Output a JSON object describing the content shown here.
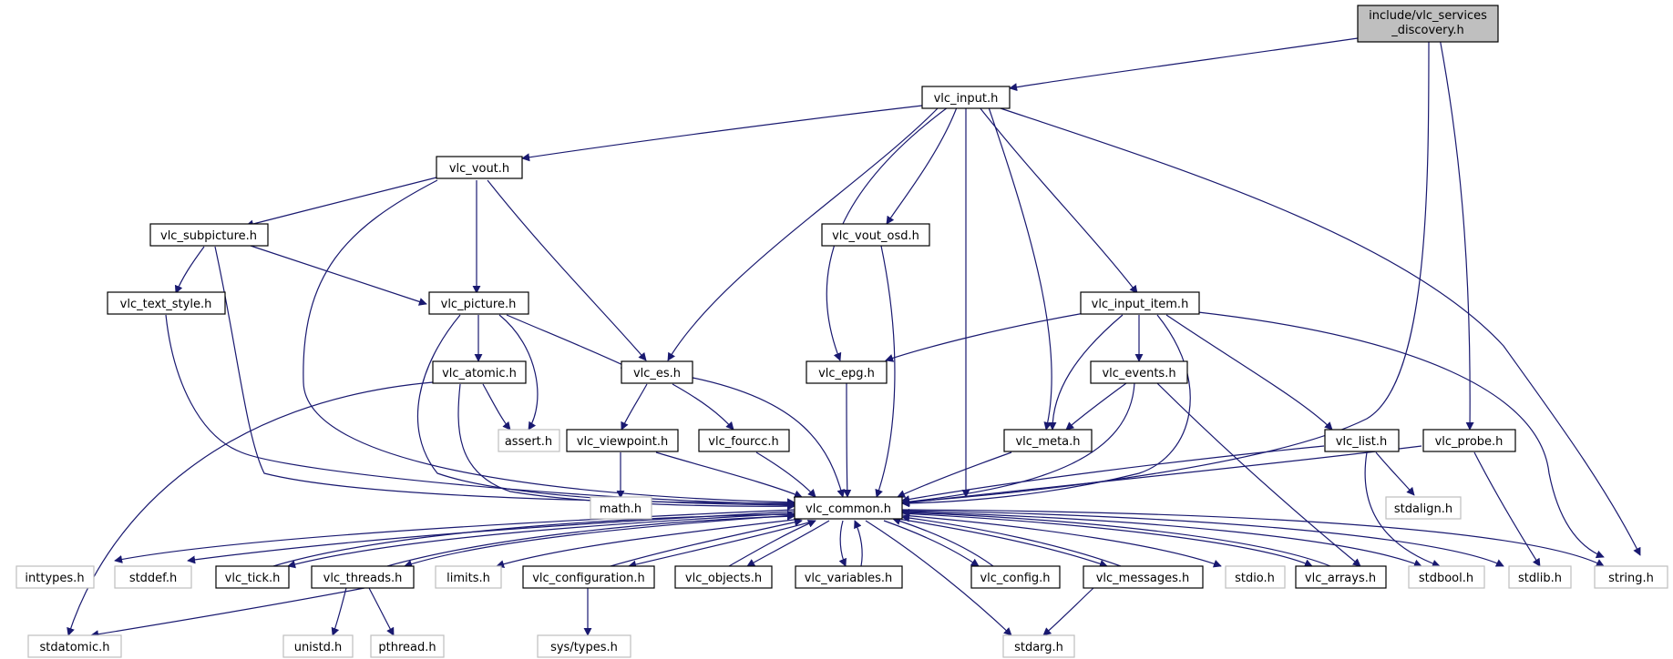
{
  "colors": {
    "edge": "#191970",
    "box_border": "#000000",
    "root_fill": "#bfbfbf",
    "ext_border": "#bfbfbf",
    "ext_text": "#7f7f7f"
  },
  "nodes": {
    "root": [
      "include/vlc_services",
      "_discovery.h"
    ],
    "vlc_input": "vlc_input.h",
    "vlc_vout": "vlc_vout.h",
    "vlc_subpicture": "vlc_subpicture.h",
    "vlc_vout_osd": "vlc_vout_osd.h",
    "vlc_text_style": "vlc_text_style.h",
    "vlc_picture": "vlc_picture.h",
    "vlc_input_item": "vlc_input_item.h",
    "vlc_atomic": "vlc_atomic.h",
    "vlc_es": "vlc_es.h",
    "vlc_epg": "vlc_epg.h",
    "vlc_events": "vlc_events.h",
    "assert": "assert.h",
    "vlc_viewpoint": "vlc_viewpoint.h",
    "vlc_fourcc": "vlc_fourcc.h",
    "vlc_meta": "vlc_meta.h",
    "vlc_list": "vlc_list.h",
    "vlc_probe": "vlc_probe.h",
    "math": "math.h",
    "vlc_common": "vlc_common.h",
    "stdalign": "stdalign.h",
    "inttypes": "inttypes.h",
    "stddef": "stddef.h",
    "vlc_tick": "vlc_tick.h",
    "vlc_threads": "vlc_threads.h",
    "limits": "limits.h",
    "vlc_configuration": "vlc_configuration.h",
    "vlc_objects": "vlc_objects.h",
    "vlc_variables": "vlc_variables.h",
    "vlc_config": "vlc_config.h",
    "vlc_messages": "vlc_messages.h",
    "stdio": "stdio.h",
    "vlc_arrays": "vlc_arrays.h",
    "stdbool": "stdbool.h",
    "stdlib": "stdlib.h",
    "string": "string.h",
    "stdatomic": "stdatomic.h",
    "unistd": "unistd.h",
    "pthread": "pthread.h",
    "sys_types": "sys/types.h",
    "stdarg": "stdarg.h"
  }
}
